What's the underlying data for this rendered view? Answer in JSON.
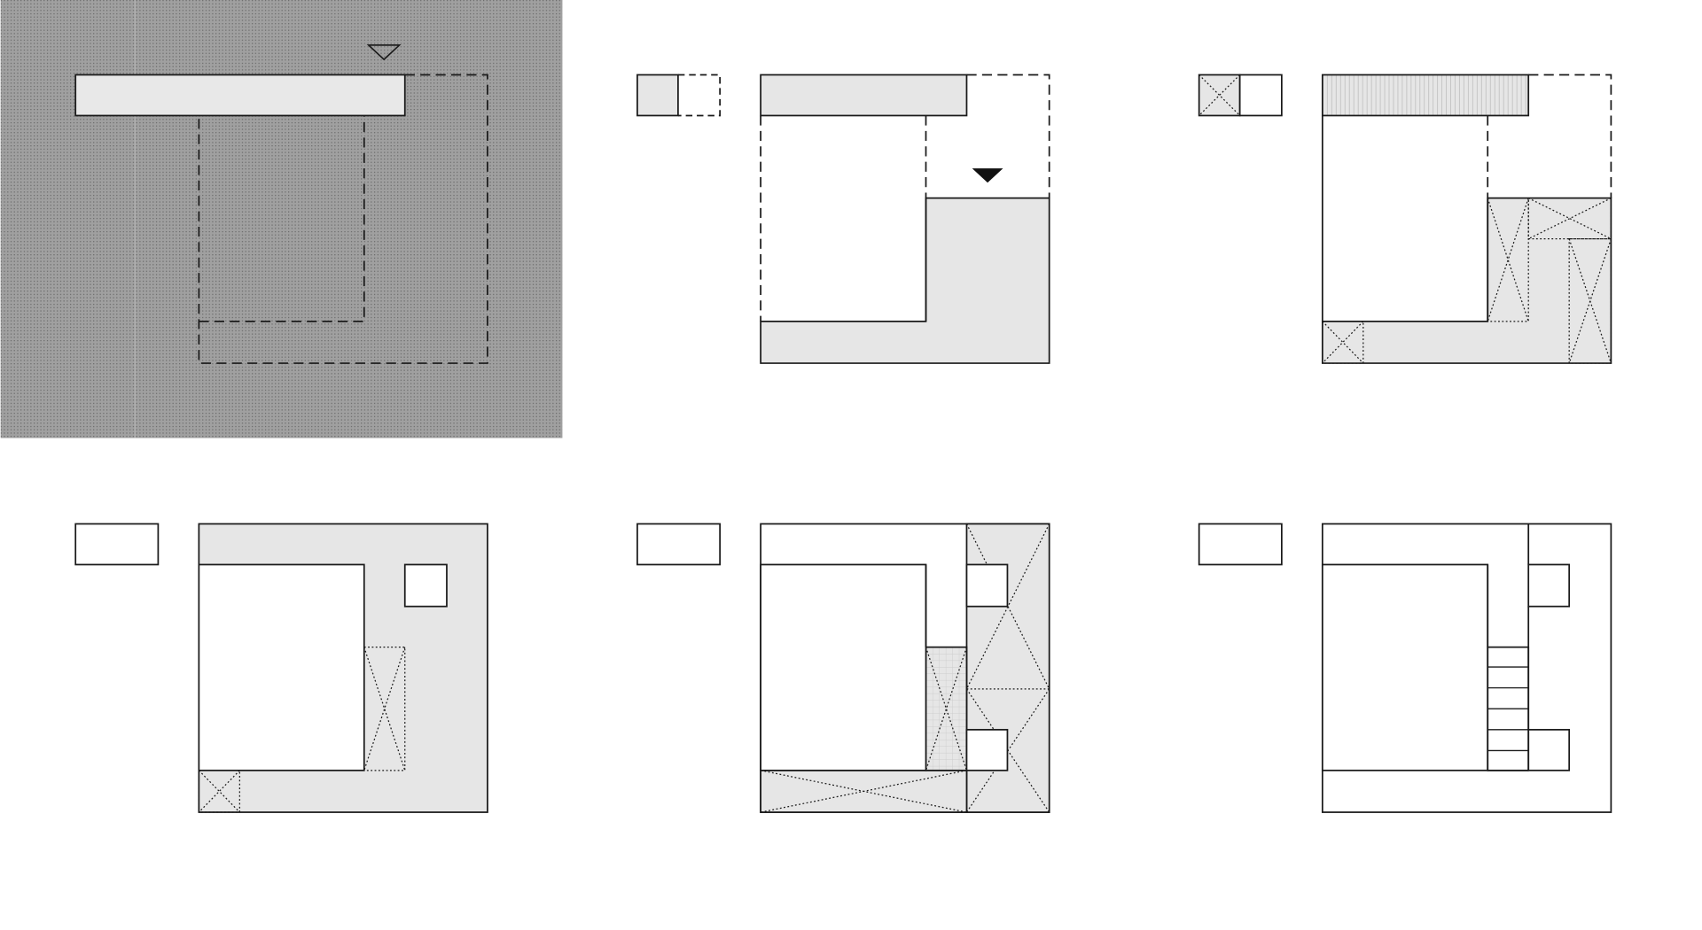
{
  "colors": {
    "background": "#ffffff",
    "stroke": "#1a1a1a",
    "fill_light": "#e6e6e6",
    "panel_grey": "#9a9a9a",
    "white": "#ffffff"
  },
  "panels": [
    {
      "id": "floor-plan-1",
      "highlighted": true
    },
    {
      "id": "floor-plan-2",
      "highlighted": false
    },
    {
      "id": "floor-plan-3",
      "highlighted": false
    },
    {
      "id": "floor-plan-4",
      "highlighted": false
    },
    {
      "id": "floor-plan-5",
      "highlighted": false
    },
    {
      "id": "floor-plan-6",
      "highlighted": false
    }
  ]
}
